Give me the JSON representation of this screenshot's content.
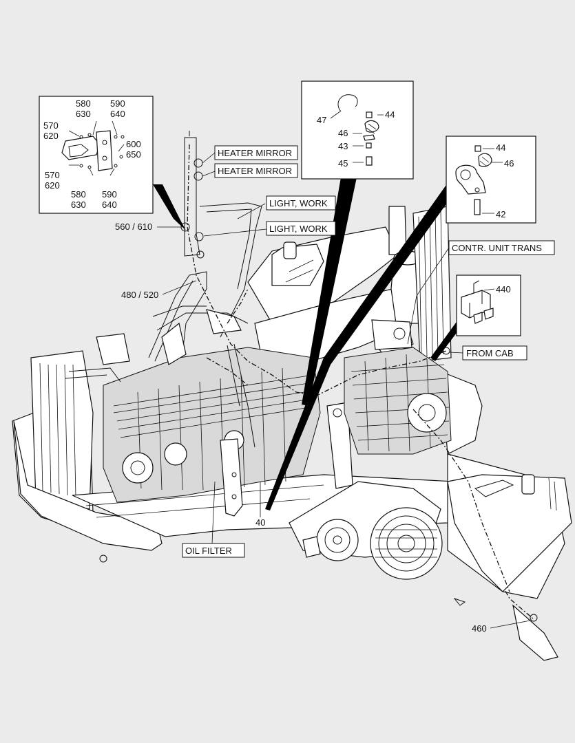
{
  "callouts": {
    "heater_mirror_1": "HEATER MIRROR",
    "heater_mirror_2": "HEATER MIRROR",
    "light_work_1": "LIGHT, WORK",
    "light_work_2": "LIGHT, WORK",
    "contr_unit_trans": "CONTR. UNIT TRANS",
    "from_cab": "FROM CAB",
    "oil_filter": "OIL FILTER"
  },
  "main_numbers": {
    "n560_610": "560 / 610",
    "n480_520": "480 / 520",
    "n40": "40",
    "n460": "460"
  },
  "inset_left": {
    "n580_top": "580",
    "n630_top": "630",
    "n590_top": "590",
    "n640_top": "640",
    "n570_top": "570",
    "n620_top": "620",
    "n600": "600",
    "n650": "650",
    "n570_bot": "570",
    "n620_bot": "620",
    "n580_bot": "580",
    "n630_bot": "630",
    "n590_bot": "590",
    "n640_bot": "640"
  },
  "inset_middle": {
    "n47": "47",
    "n44": "44",
    "n46": "46",
    "n43": "43",
    "n45": "45"
  },
  "inset_right": {
    "n44": "44",
    "n46": "46",
    "n42": "42"
  },
  "inset_valve": {
    "n440": "440"
  },
  "colors": {
    "background": "#ebebeb",
    "line": "#111111",
    "box": "#ffffff",
    "leader_wedge": "#000000"
  }
}
